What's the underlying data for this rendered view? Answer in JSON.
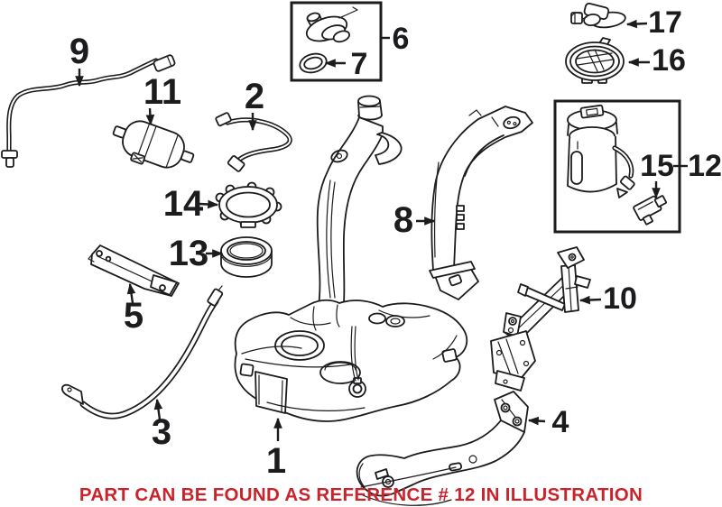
{
  "illustration": {
    "caption": "PART CAN BE FOUND AS REFERENCE # 12 IN ILLUSTRATION",
    "highlight_reference": "12",
    "colors": {
      "line": "#1c1c1e",
      "red": "#c9242b",
      "background": "#ffffff"
    },
    "parts": [
      {
        "ref": "1",
        "depicts": "fuel-tank"
      },
      {
        "ref": "2",
        "depicts": "sender-wiring-harness"
      },
      {
        "ref": "3",
        "depicts": "fuel-tank-strap"
      },
      {
        "ref": "4",
        "depicts": "rear-mounting-bracket"
      },
      {
        "ref": "5",
        "depicts": "front-mounting-bracket"
      },
      {
        "ref": "6",
        "depicts": "pressure-regulator-valve-boxed"
      },
      {
        "ref": "7",
        "depicts": "regulator-o-ring-seal"
      },
      {
        "ref": "8",
        "depicts": "filler-pipe-shield"
      },
      {
        "ref": "9",
        "depicts": "vent-hose"
      },
      {
        "ref": "10",
        "depicts": "support-bracket"
      },
      {
        "ref": "11",
        "depicts": "inline-fuel-filter"
      },
      {
        "ref": "12",
        "depicts": "fuel-pump-module-boxed"
      },
      {
        "ref": "13",
        "depicts": "sealing-ring"
      },
      {
        "ref": "14",
        "depicts": "lock-ring"
      },
      {
        "ref": "15",
        "depicts": "sender-unit-in-module"
      },
      {
        "ref": "16",
        "depicts": "locking-cap-ring"
      },
      {
        "ref": "17",
        "depicts": "tank-vent-valve"
      }
    ]
  }
}
